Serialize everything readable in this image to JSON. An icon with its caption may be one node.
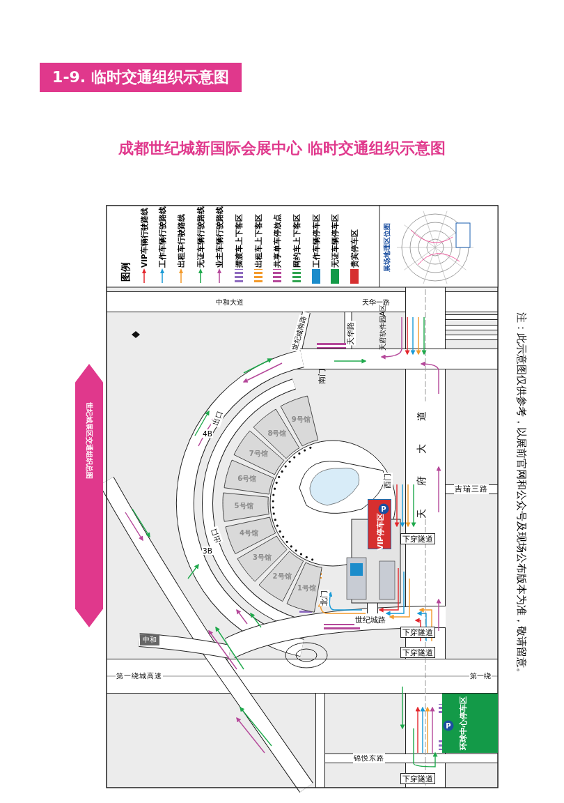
{
  "diagram": {
    "title": "1-9. 临时交通组织示意图",
    "caption": "成都世纪城新国际会展中心 临时交通组织示意图",
    "nodes": [
      {
        "text": [
          "1号馆"
        ]
      },
      {
        "text": [
          "2号馆"
        ]
      },
      {
        "text": [
          "3号馆"
        ]
      },
      {
        "text": [
          "4号馆"
        ]
      },
      {
        "text": [
          "5号馆"
        ]
      },
      {
        "text": [
          "6号馆"
        ]
      },
      {
        "text": [
          "7号馆"
        ]
      },
      {
        "text": [
          "8号馆"
        ]
      },
      {
        "text": [
          "9号馆"
        ]
      },
      {
        "text": [
          "VIP停车区"
        ]
      },
      {
        "text": [
          "环球中心停车区"
        ]
      },
      {
        "text": [
          "下穿隧道"
        ]
      },
      {
        "text": [
          "下穿隧道"
        ]
      },
      {
        "text": [
          "下穿隧道"
        ]
      },
      {
        "text": [
          "下穿隧道"
        ]
      }
    ],
    "labels": [
      "世纪城展区交通组织总图",
      "图例",
      "展场地理区位图",
      "中和大道",
      "天华一路",
      "世纪城南路",
      "天华路",
      "天府软件园A区",
      "南门",
      "4B",
      "出口",
      "天 府 大 道",
      "西门",
      "吉瑞三路",
      "出口",
      "3B",
      "北门",
      "世纪城路",
      "中和",
      "第一绕城高速",
      "第一绕",
      "锦悦东路",
      "P",
      "P",
      "注：此示意图仅供参考，以展前官网和公众号及现场公布版本为准，敬请留意。"
    ],
    "legend": [
      {
        "text": "VIP车辆行驶路线"
      },
      {
        "text": "工作车辆行驶路线"
      },
      {
        "text": "出租车行驶路线"
      },
      {
        "text": "无证车辆行驶路线"
      },
      {
        "text": "业主车辆行驶路线"
      },
      {
        "text": "摆渡车上下客区",
        "color": "#8e6bbf"
      },
      {
        "text": "出租车上下客区",
        "color": "#f39a2b"
      },
      {
        "text": "共享单车停放点",
        "color": "#b5489a"
      },
      {
        "text": "网约车上下客区",
        "color": "#2fa44f"
      },
      {
        "text": "工作车辆停车区",
        "color": "#1b8ccb"
      },
      {
        "text": "无证车辆停车区",
        "color": "#139a48"
      },
      {
        "text": "贵宾停车区",
        "color": "#d62f2f"
      }
    ]
  }
}
